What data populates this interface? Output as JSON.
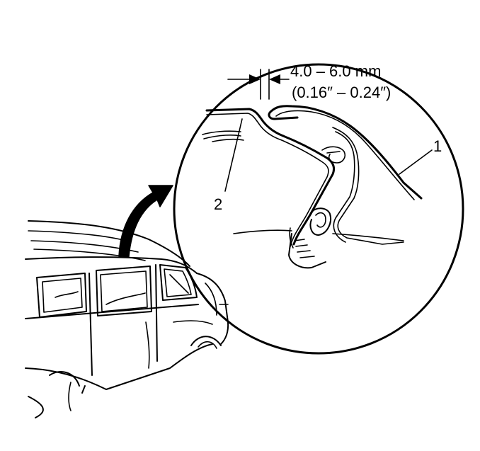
{
  "dimension": {
    "metric": "4.0 – 6.0 mm",
    "imperial": "(0.16″ – 0.24″)"
  },
  "callouts": {
    "one": "1",
    "two": "2"
  }
}
